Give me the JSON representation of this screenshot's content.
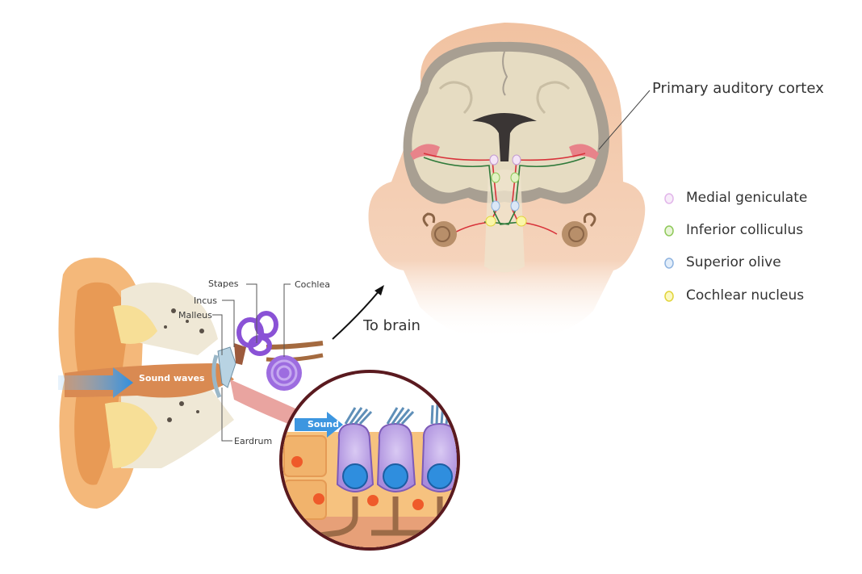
{
  "labels": {
    "primary_cortex": "Primary auditory cortex",
    "to_brain": "To brain",
    "stapes": "Stapes",
    "incus": "Incus",
    "malleus": "Malleus",
    "cochlea": "Cochlea",
    "eardrum": "Eardrum",
    "sound_waves": "Sound waves",
    "sound": "Sound"
  },
  "legend": [
    {
      "label": "Medial geniculate",
      "color": "#e9c7ef"
    },
    {
      "label": "Inferior colliculus",
      "color": "#8fc95a"
    },
    {
      "label": "Superior olive",
      "color": "#a9c6ea"
    },
    {
      "label": "Cochlear nucleus",
      "color": "#f2ec5c"
    }
  ],
  "colors": {
    "skin": "#f3c9a9",
    "brain": "#e6dcc2",
    "cortex": "#a89f92",
    "pathway_red": "#d8323a",
    "pathway_green": "#2f7a3a",
    "arrow_blue": "#3d96e0",
    "cochlea_purple": "#8a52d6"
  }
}
